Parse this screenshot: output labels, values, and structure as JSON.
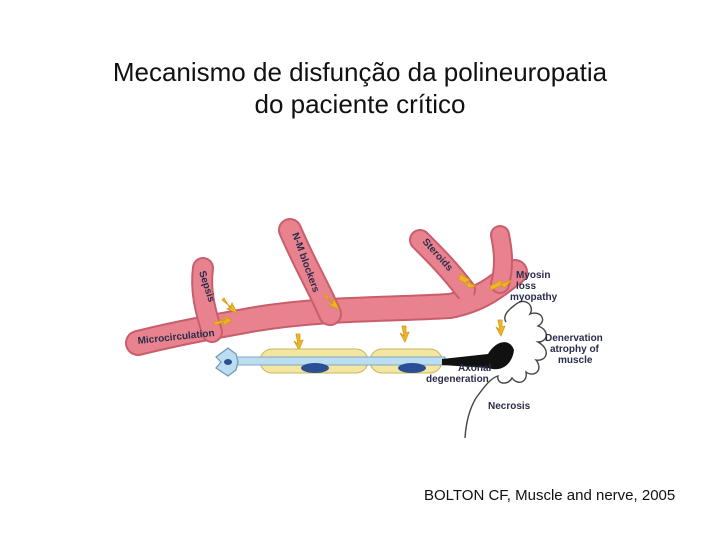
{
  "title": {
    "line1": "Mecanismo de disfunção da polineuropatia",
    "line2": "do paciente crítico"
  },
  "diagram": {
    "labels": {
      "microcirculation": "Microcirculation",
      "sepsis": "Sepsis",
      "nm_blockers": "N-M blockers",
      "steroids": "Steroids",
      "myosin_1": "Myosin",
      "myosin_2": "loss",
      "myosin_3": "myopathy",
      "denervation_1": "Denervation",
      "denervation_2": "atrophy of",
      "denervation_3": "muscle",
      "axonal_1": "Axonal",
      "axonal_2": "degeneration",
      "necrosis": "Necrosis"
    },
    "colors": {
      "vessel": "#e8828f",
      "vessel_dark": "#c95d6c",
      "arrow": "#f0b62a",
      "myelin": "#f3e6a0",
      "axon": "#bcdcf0",
      "nucleus": "#2b4f93",
      "terminal": "#111111"
    }
  },
  "citation": "BOLTON CF, Muscle and nerve, 2005"
}
